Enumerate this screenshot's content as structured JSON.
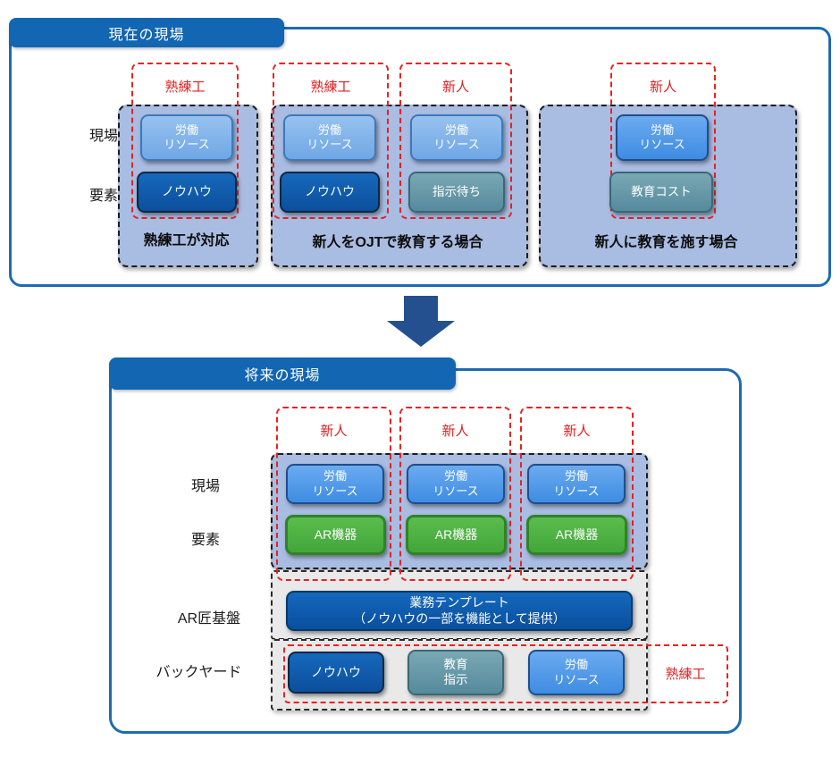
{
  "current": {
    "title": "現在の現場",
    "row_labels": {
      "field": "現場",
      "element": "要素"
    },
    "groups": [
      {
        "persons": [
          {
            "label": "熟練工"
          }
        ],
        "caption": "熟練工が対応",
        "boxes": {
          "labor1": "労働\nリソース",
          "bottom1": "ノウハウ"
        }
      },
      {
        "persons": [
          {
            "label": "熟練工"
          },
          {
            "label": "新人"
          }
        ],
        "caption": "新人をOJTで教育する場合",
        "boxes": {
          "labor1": "労働\nリソース",
          "bottom1": "ノウハウ",
          "labor2": "労働\nリソース",
          "bottom2": "指示待ち"
        }
      },
      {
        "persons": [
          {
            "label": "新人"
          }
        ],
        "caption": "新人に教育を施す場合",
        "boxes": {
          "labor1": "労働\nリソース",
          "bottom1": "教育コスト"
        }
      }
    ]
  },
  "future": {
    "title": "将来の現場",
    "row_labels": {
      "field": "現場",
      "element": "要素",
      "platform": "AR匠基盤",
      "backyard": "バックヤード"
    },
    "persons": [
      {
        "label": "新人"
      },
      {
        "label": "新人"
      },
      {
        "label": "新人"
      }
    ],
    "cols": [
      {
        "labor": "労働\nリソース",
        "device": "AR機器"
      },
      {
        "labor": "労働\nリソース",
        "device": "AR機器"
      },
      {
        "labor": "労働\nリソース",
        "device": "AR機器"
      }
    ],
    "platform_box": "業務テンプレート\n（ノウハウの一部を機能として提供）",
    "backyard": {
      "boxes": {
        "knowhow": "ノウハウ",
        "instruction": "教育\n指示",
        "labor": "労働\nリソース"
      },
      "person": "熟練工"
    }
  },
  "colors": {
    "header_blue": "#1266b2",
    "panel_border": "#1e6ab4",
    "container_blue": "#a9bce2",
    "container_gray": "#e9e9e9",
    "labor_blue": "#6fa7e5",
    "labor_blue_dark": "#3e8ce2",
    "knowhow_blue": "#0c4f9c",
    "teal": "#558a9c",
    "green": "#43a63a",
    "red": "#e01f1f",
    "arrow_navy": "#24508f"
  }
}
